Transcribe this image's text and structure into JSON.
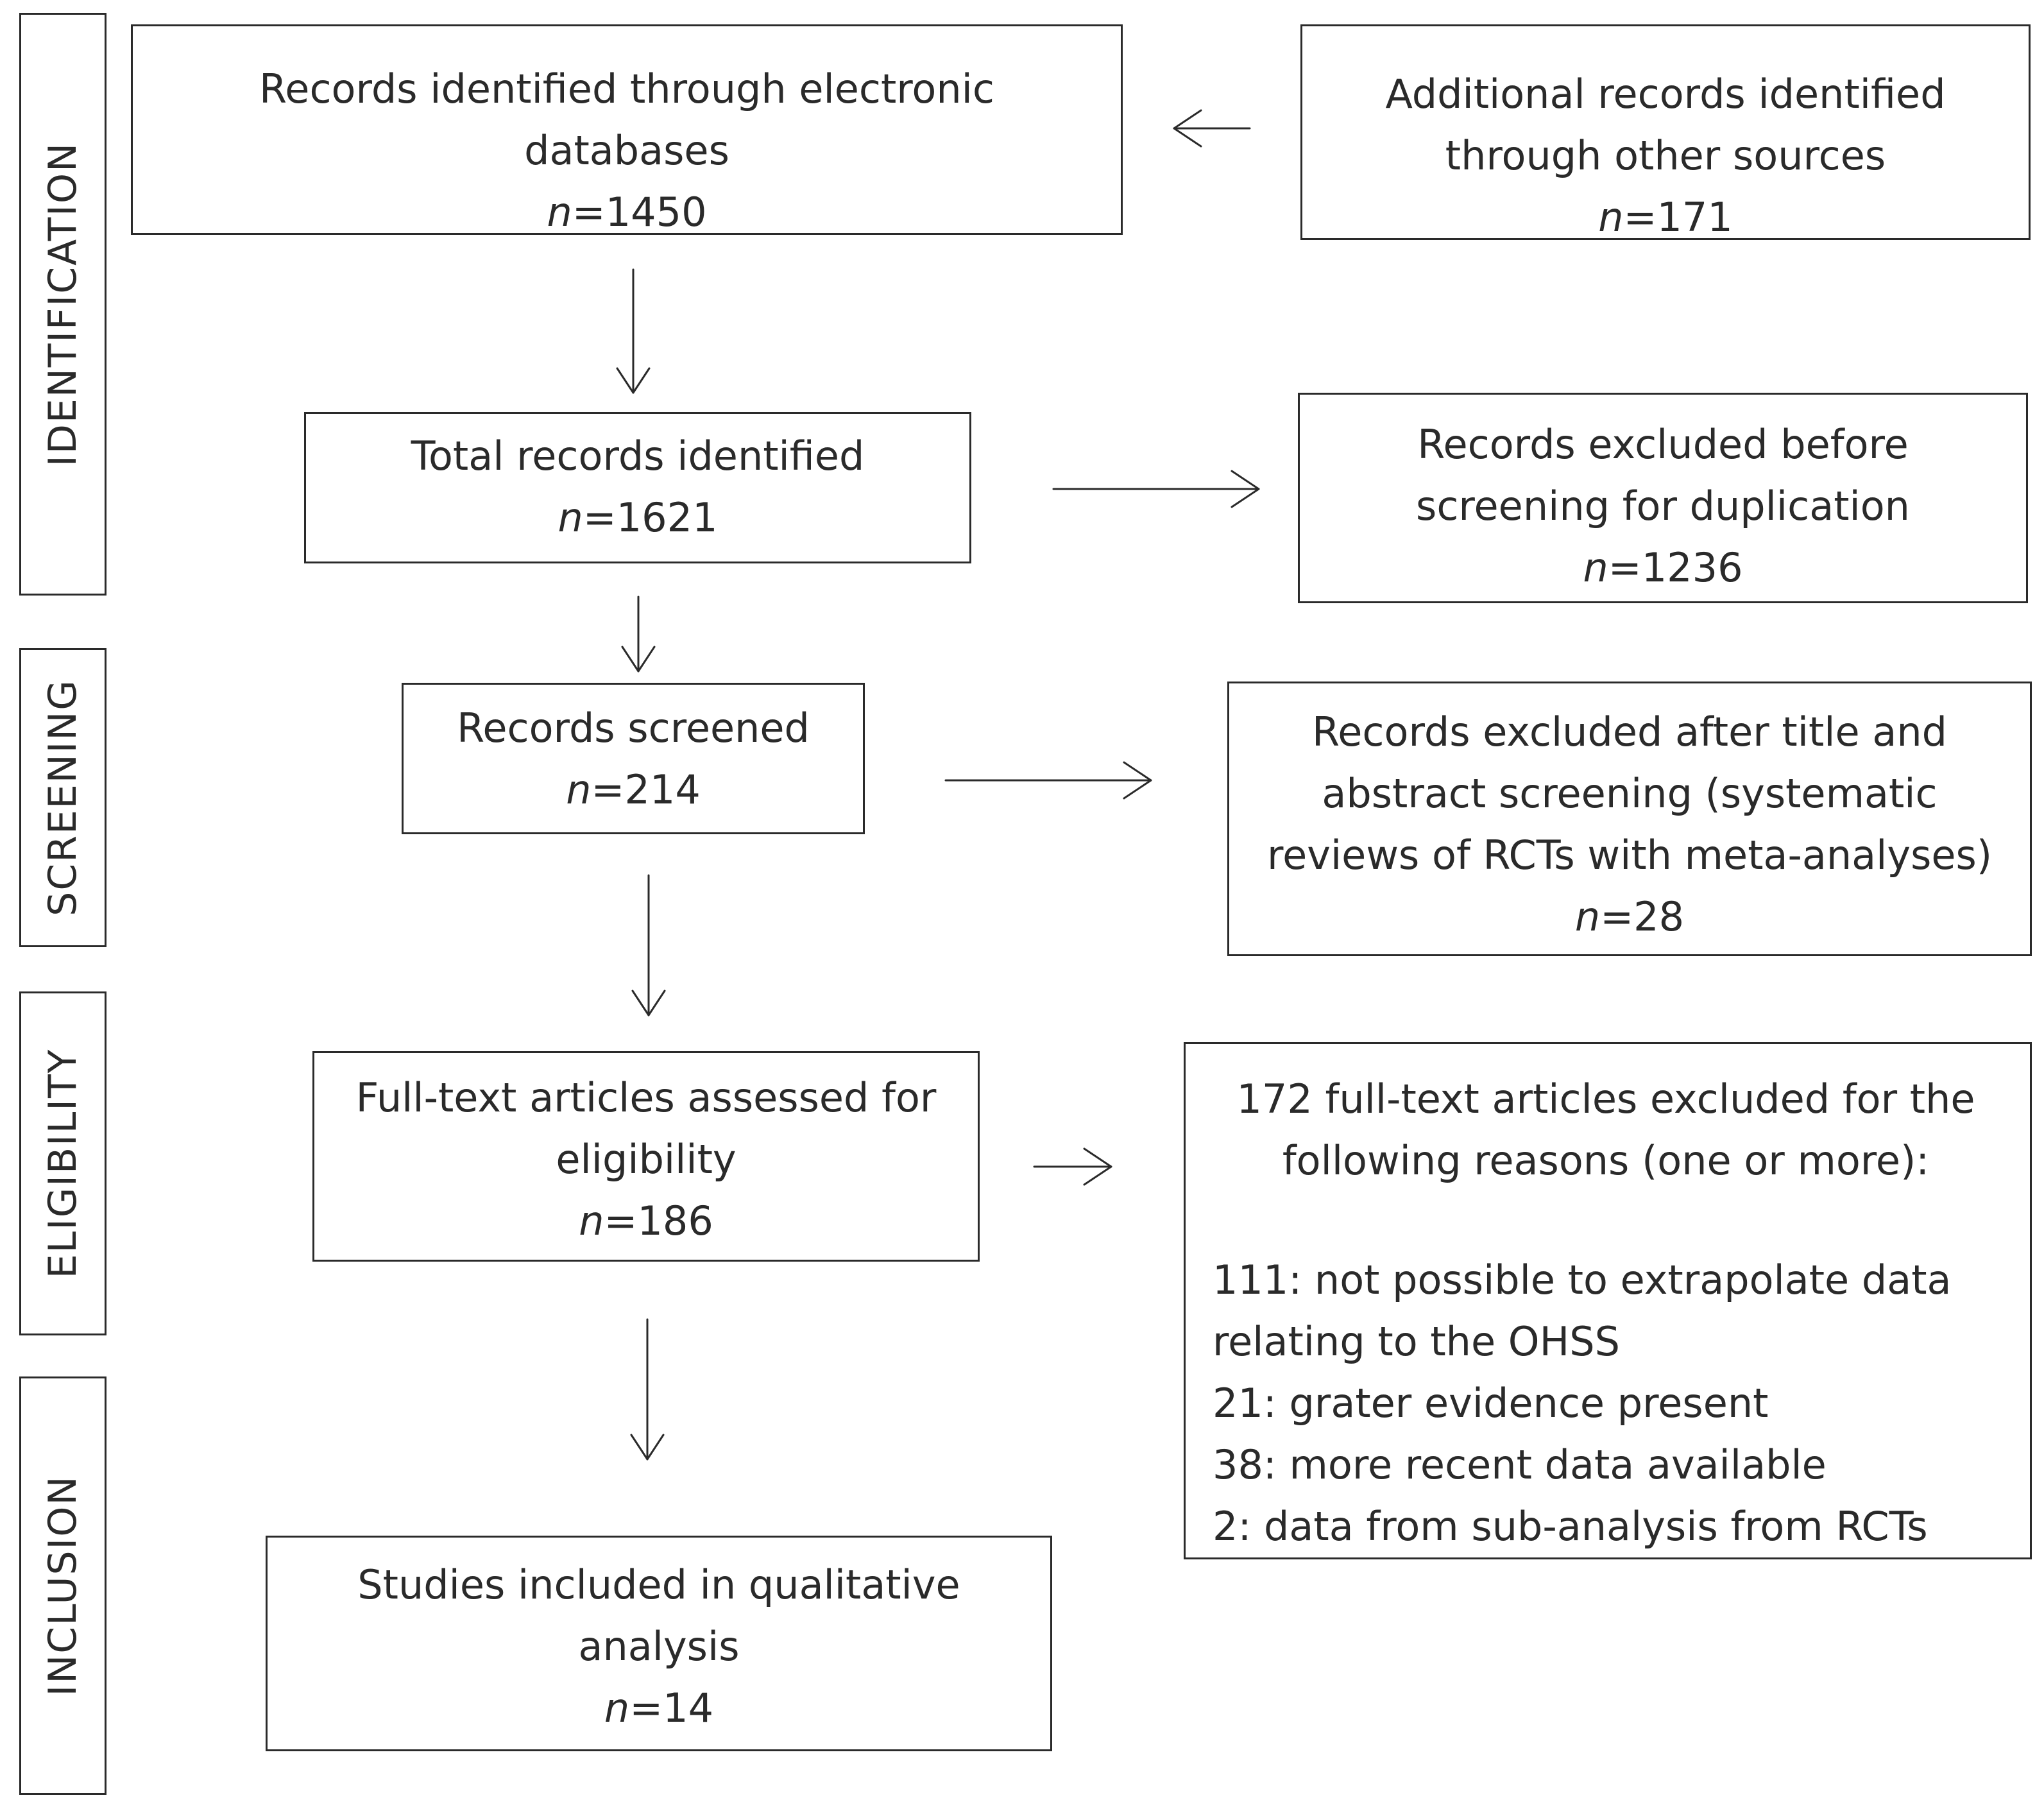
{
  "stages": {
    "identification": "IDENTIFICATION",
    "screening": "SCREENING",
    "eligibility": "ELIGIBILITY",
    "inclusion": "INCLUSION"
  },
  "boxes": {
    "electronic": {
      "line1": "Records identified through electronic",
      "line2": "databases",
      "n": "=1450"
    },
    "other": {
      "line1": "Additional records identified",
      "line2": "through other sources",
      "n": "=171"
    },
    "total": {
      "line1": "Total records identified",
      "n": "=1621"
    },
    "duplicates": {
      "line1": "Records excluded before",
      "line2": "screening for duplication",
      "n": "=1236"
    },
    "screened": {
      "line1": "Records screened",
      "n": "=214"
    },
    "excluded_title": {
      "line1": "Records excluded after title and",
      "line2": "abstract screening (systematic",
      "line3": "reviews of RCTs with meta-analyses)",
      "n": "=28"
    },
    "fulltext": {
      "line1": "Full-text articles assessed for",
      "line2": "eligibility",
      "n": "=186"
    },
    "excluded_fulltext": {
      "line1": "172 full-text articles excluded for the",
      "line2": "following reasons (one or more):",
      "reasons": [
        "111: not possible to extrapolate data",
        "relating to the OHSS",
        "21: grater evidence present",
        "38: more recent data available",
        "2: data from sub-analysis from RCTs"
      ]
    },
    "included": {
      "line1": "Studies included in qualitative",
      "line2": "analysis",
      "n": "=14"
    }
  },
  "n_symbol": "n"
}
